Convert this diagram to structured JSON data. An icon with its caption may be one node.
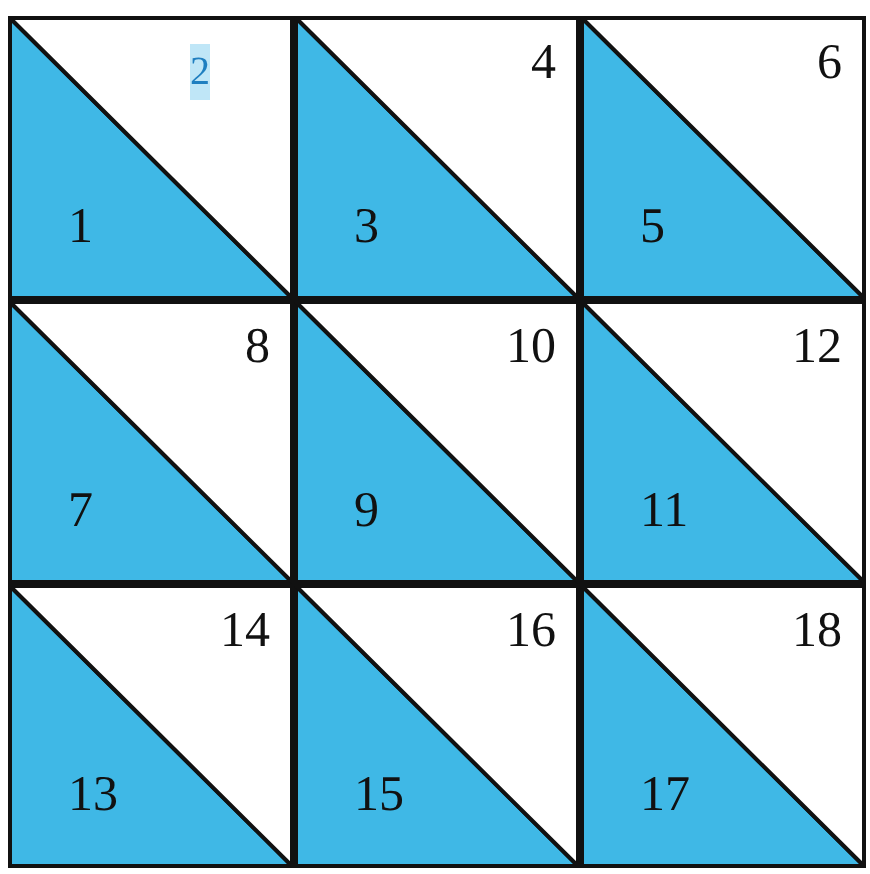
{
  "diagram": {
    "nodes": [
      {
        "text": [
          "1"
        ]
      },
      {
        "text": [
          "2"
        ]
      },
      {
        "text": [
          "3"
        ]
      },
      {
        "text": [
          "4"
        ]
      },
      {
        "text": [
          "5"
        ]
      },
      {
        "text": [
          "6"
        ]
      },
      {
        "text": [
          "7"
        ]
      },
      {
        "text": [
          "8"
        ]
      },
      {
        "text": [
          "9"
        ]
      },
      {
        "text": [
          "10"
        ]
      },
      {
        "text": [
          "11"
        ]
      },
      {
        "text": [
          "12"
        ]
      },
      {
        "text": [
          "13"
        ]
      },
      {
        "text": [
          "14"
        ]
      },
      {
        "text": [
          "15"
        ]
      },
      {
        "text": [
          "16"
        ]
      },
      {
        "text": [
          "17"
        ]
      },
      {
        "text": [
          "18"
        ]
      }
    ]
  }
}
